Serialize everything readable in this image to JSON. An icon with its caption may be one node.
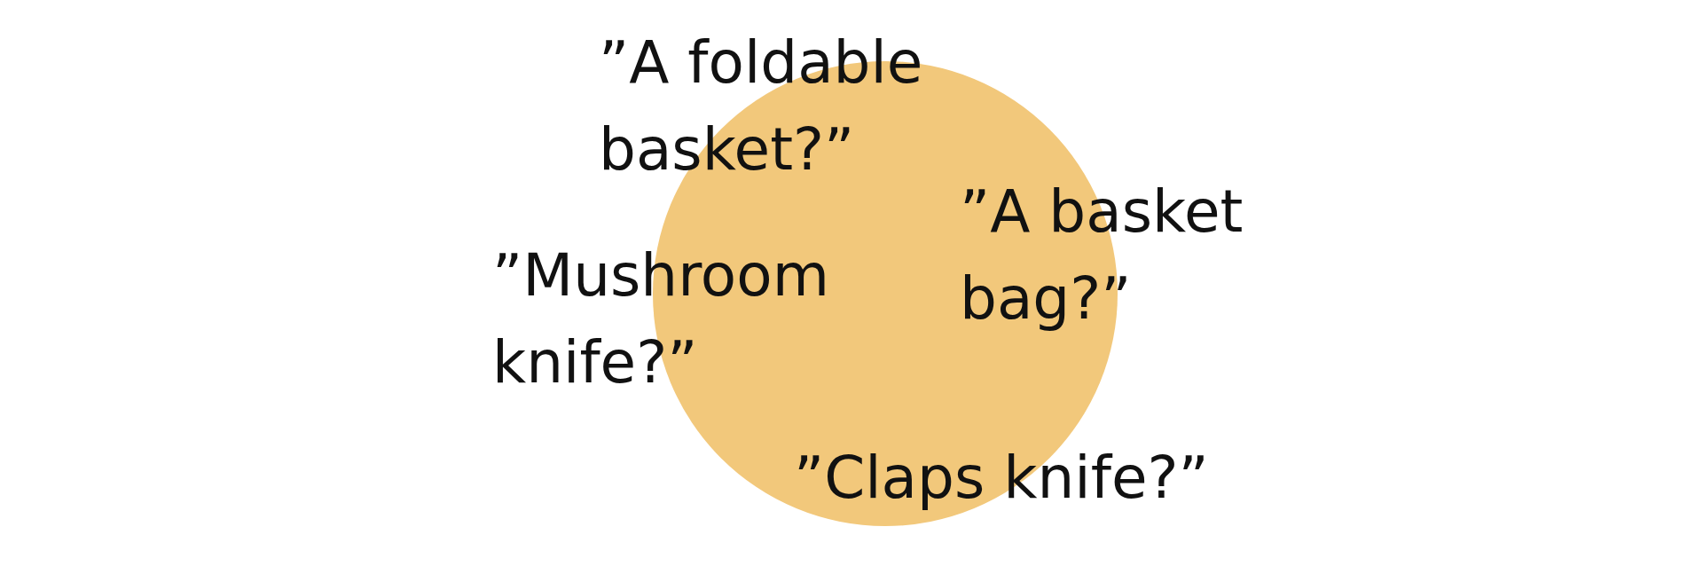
{
  "diagram": {
    "labels": [
      "”A foldable basket?”",
      "”Mushroom knife?”",
      "”A basket bag?”",
      "”Claps knife?”"
    ]
  }
}
